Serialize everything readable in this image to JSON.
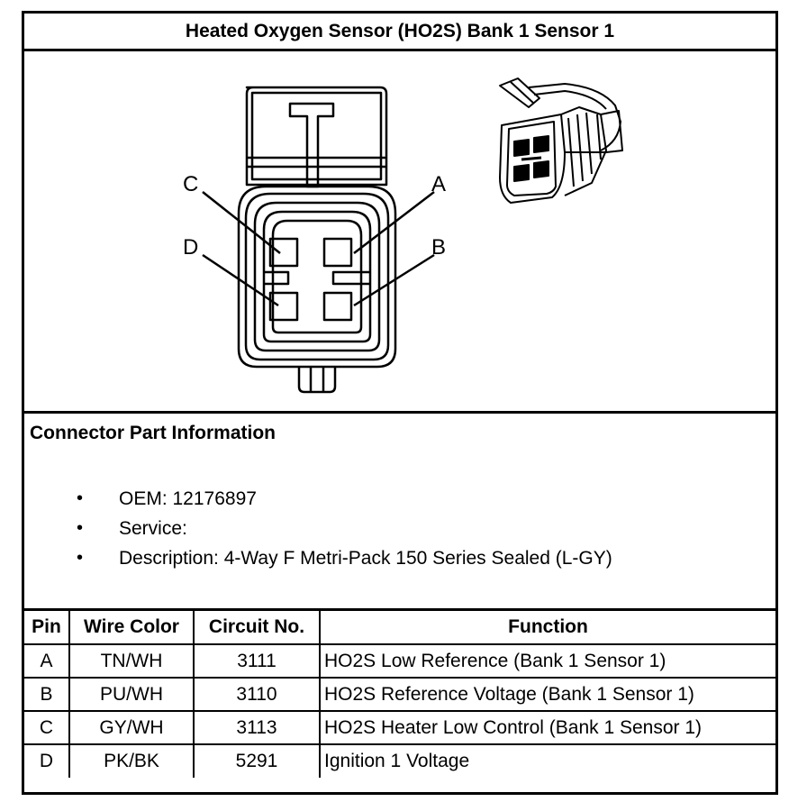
{
  "title": "Heated Oxygen Sensor (HO2S) Bank 1 Sensor 1",
  "diagram": {
    "pin_labels": {
      "a": "A",
      "b": "B",
      "c": "C",
      "d": "D"
    }
  },
  "connector_info": {
    "heading": "Connector Part Information",
    "bullet_glyph": "•",
    "items": [
      "OEM: 12176897",
      "Service:",
      "Description: 4-Way F Metri-Pack 150 Series Sealed (L-GY)"
    ]
  },
  "table": {
    "headers": [
      "Pin",
      "Wire Color",
      "Circuit No.",
      "Function"
    ],
    "rows": [
      [
        "A",
        "TN/WH",
        "3111",
        "HO2S Low Reference (Bank 1 Sensor 1)"
      ],
      [
        "B",
        "PU/WH",
        "3110",
        "HO2S Reference Voltage (Bank 1 Sensor 1)"
      ],
      [
        "C",
        "GY/WH",
        "3113",
        "HO2S Heater Low Control (Bank 1 Sensor 1)"
      ],
      [
        "D",
        "PK/BK",
        "5291",
        "Ignition 1 Voltage"
      ]
    ]
  }
}
